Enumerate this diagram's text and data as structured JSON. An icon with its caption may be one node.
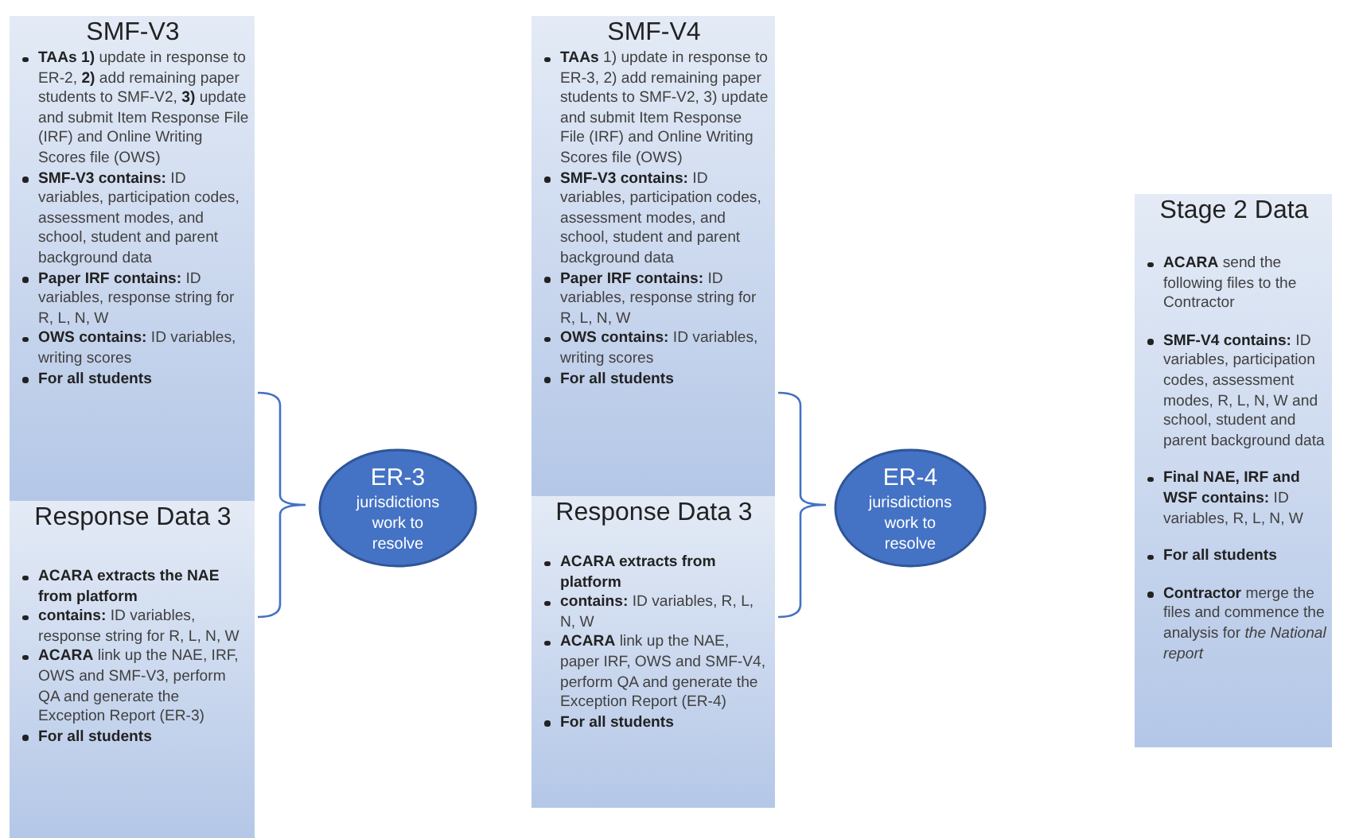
{
  "diagram": {
    "nodes": [
      {
        "text": [
          "SMF-V3",
          "**TAAs 1)** update in response to ER-2, **2)** add remaining paper students to SMF-V2, **3)** update and submit Item Response File (IRF) and Online Writing Scores file (OWS)",
          "**SMF-V3 contains:** ID variables, participation codes, assessment modes, and school, student and parent background data",
          "**Paper IRF contains:** ID variables, response string for R, L, N, W",
          "**OWS contains:** ID variables, writing scores",
          "**For all students**"
        ]
      },
      {
        "text": [
          "Response Data 3",
          "**ACARA extracts the NAE from platform**",
          "**contains:** ID variables, response string for R, L, N, W",
          "**ACARA** link up the NAE, IRF, OWS and SMF-V3, perform QA and generate the Exception Report (ER-3)",
          "**For all students**"
        ]
      },
      {
        "text": [
          "ER-3",
          "jurisdictions work to resolve"
        ]
      },
      {
        "text": [
          "SMF-V4",
          "**TAAs** 1) update in response to ER-3, 2) add remaining paper students to SMF-V2, 3) update and submit Item Response File (IRF) and Online Writing Scores file (OWS)",
          "**SMF-V3 contains:** ID variables, participation codes, assessment modes, and school, student and parent background data",
          "**Paper IRF contains:** ID variables, response string for R, L, N, W",
          "**OWS contains:** ID variables, writing scores",
          "**For all students**"
        ]
      },
      {
        "text": [
          "Response Data 3",
          "**ACARA extracts from platform**",
          "**contains:** ID variables, R, L, N, W",
          "**ACARA** link up the NAE, paper IRF, OWS and SMF-V4, perform QA and generate the Exception Report (ER-4)",
          "**For all students**"
        ]
      },
      {
        "text": [
          "ER-4",
          "jurisdictions work to resolve"
        ]
      },
      {
        "text": [
          "Stage 2 Data",
          "**ACARA** send the following files to the Contractor",
          "**SMF-V4 contains:** ID variables, participation codes, assessment modes, R, L, N, W and school, student and parent background data",
          "**Final NAE, IRF and WSF contains:** ID variables, R, L, N, W",
          "**For all students**",
          "**Contractor** merge the files and commence the analysis for *the National report*"
        ]
      }
    ]
  }
}
